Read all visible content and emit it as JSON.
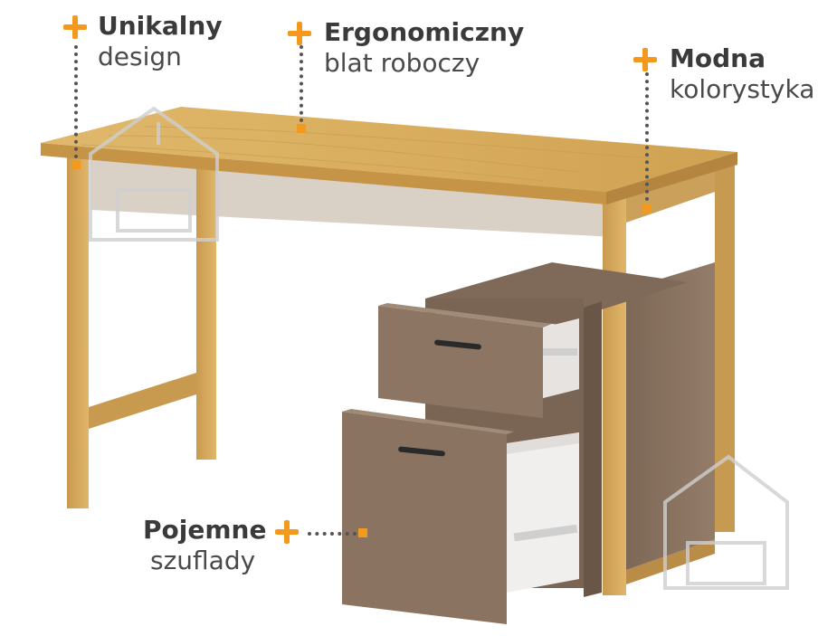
{
  "callouts": {
    "unique": {
      "title": "Unikalny",
      "subtitle": "design"
    },
    "ergonomic": {
      "title": "Ergonomiczny",
      "subtitle": "blat roboczy"
    },
    "color": {
      "title": "Modna",
      "subtitle": "kolorystyka"
    },
    "drawers": {
      "title": "Pojemne",
      "subtitle": "szuflady"
    }
  },
  "colors": {
    "accent": "#f39a1e",
    "oak": "#d8b064",
    "oak_dark": "#b8893f",
    "panel": "#8a7462",
    "panel_dark": "#6f5c4d",
    "drawer_inside": "#f2f0ee"
  },
  "icons": [
    "plus-icon",
    "house-sofa-watermark-icon"
  ]
}
